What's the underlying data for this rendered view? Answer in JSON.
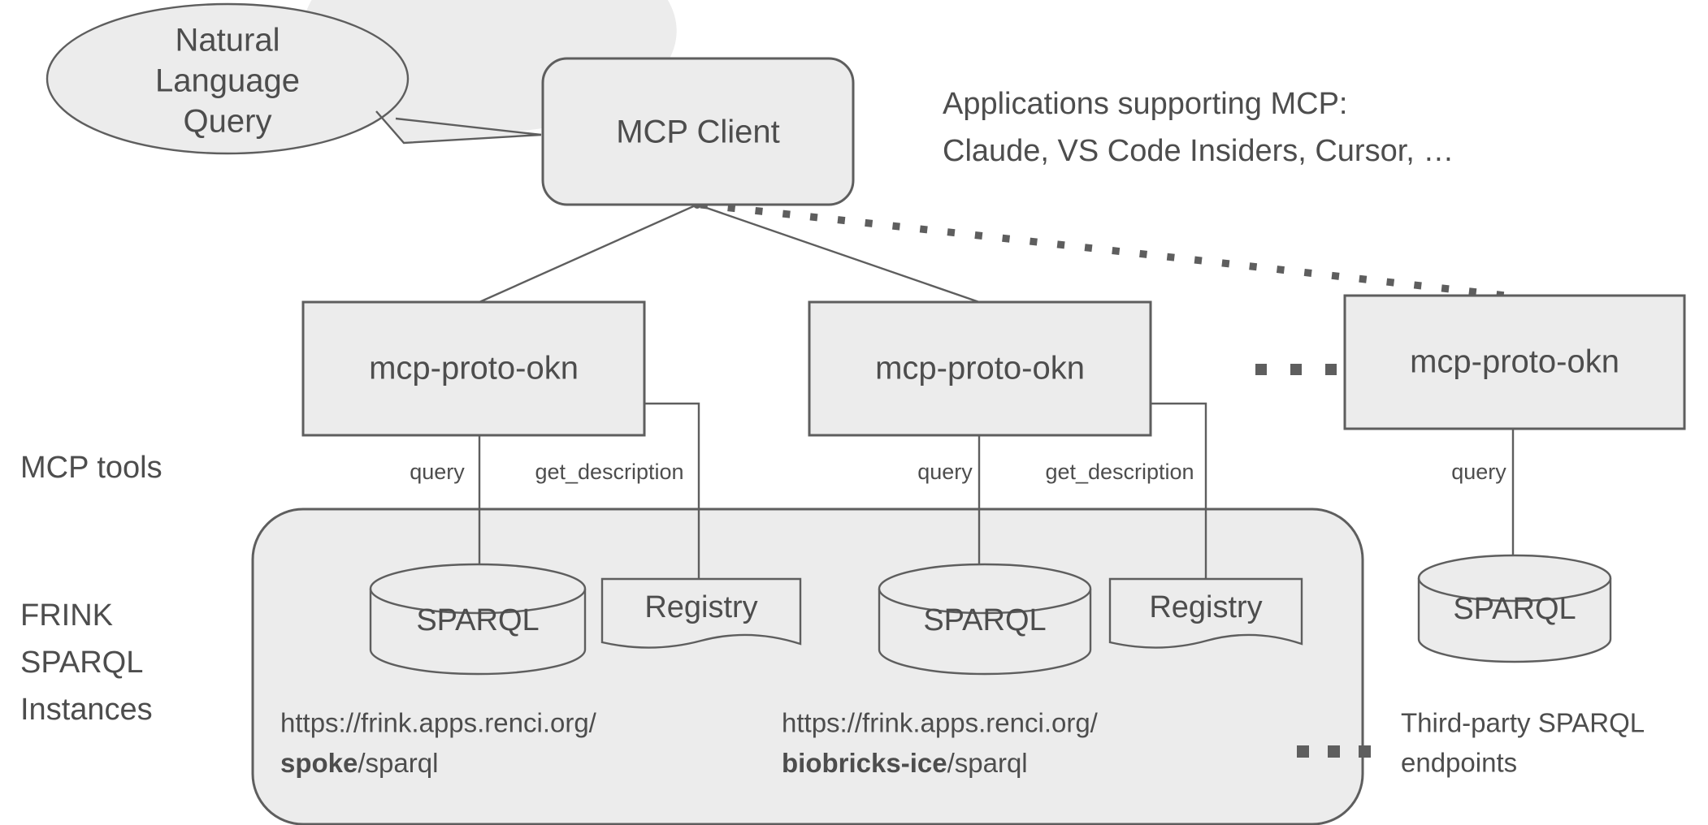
{
  "diagram": {
    "title": "MCP / FRINK SPARQL architecture diagram",
    "colors": {
      "shape_fill": "#ececec",
      "shape_stroke": "#5e5e5e",
      "text": "#4d4d4d",
      "background": "#ffffff"
    },
    "callout": {
      "line1": "Natural",
      "line2": "Language",
      "line3": "Query"
    },
    "client": {
      "label": "MCP Client"
    },
    "note": {
      "line1": "Applications supporting MCP:",
      "line2": "Claude, VS Code Insiders, Cursor, …"
    },
    "row_labels": {
      "mcp_tools": "MCP tools",
      "frink_line1": "FRINK",
      "frink_line2": "SPARQL",
      "frink_line3": "Instances"
    },
    "servers": [
      {
        "id": "server-1",
        "label": "mcp-proto-okn"
      },
      {
        "id": "server-2",
        "label": "mcp-proto-okn"
      },
      {
        "id": "server-3",
        "label": "mcp-proto-okn"
      }
    ],
    "tools": {
      "query": "query",
      "get_description": "get_description"
    },
    "tool_labels": [
      {
        "id": "tool-query-1",
        "text": "query"
      },
      {
        "id": "tool-getdesc-1",
        "text": "get_description"
      },
      {
        "id": "tool-query-2",
        "text": "query"
      },
      {
        "id": "tool-getdesc-2",
        "text": "get_description"
      },
      {
        "id": "tool-query-3",
        "text": "query"
      }
    ],
    "datastores": [
      {
        "id": "sparql-1",
        "type": "cylinder",
        "label": "SPARQL"
      },
      {
        "id": "registry-1",
        "type": "document",
        "label": "Registry"
      },
      {
        "id": "sparql-2",
        "type": "cylinder",
        "label": "SPARQL"
      },
      {
        "id": "registry-2",
        "type": "document",
        "label": "Registry"
      },
      {
        "id": "sparql-3",
        "type": "cylinder",
        "label": "SPARQL"
      }
    ],
    "endpoints": [
      {
        "id": "endpoint-spoke",
        "line1": "https://frink.apps.renci.org/",
        "line2_bold": "spoke",
        "line2_rest": "/sparql"
      },
      {
        "id": "endpoint-biobricks",
        "line1": "https://frink.apps.renci.org/",
        "line2_bold": "biobricks-ice",
        "line2_rest": "/sparql"
      }
    ],
    "third_party": {
      "line1": "Third-party SPARQL",
      "line2": "endpoints"
    },
    "ellipses": [
      {
        "id": "ellipsis-servers",
        "meaning": "more mcp-proto-okn servers"
      },
      {
        "id": "ellipsis-endpoints",
        "meaning": "more FRINK SPARQL endpoints"
      }
    ]
  }
}
